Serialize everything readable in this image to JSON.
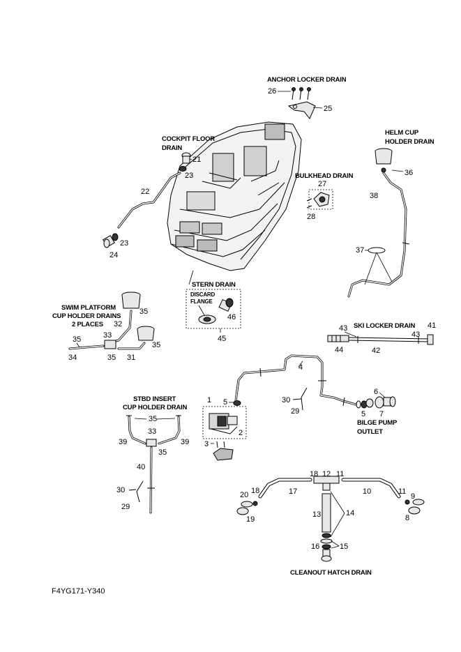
{
  "labels": {
    "anchor_locker_drain": "ANCHOR LOCKER DRAIN",
    "cockpit_floor_drain_1": "COCKPIT FLOOR",
    "cockpit_floor_drain_2": "DRAIN",
    "helm_cup_1": "HELM CUP",
    "helm_cup_2": "HOLDER DRAIN",
    "bulkhead_drain": "BULKHEAD DRAIN",
    "swim_platform_1": "SWIM PLATFORM",
    "swim_platform_2": "CUP HOLDER DRAINS",
    "swim_platform_3": "2 PLACES",
    "stern_drain": "STERN DRAIN",
    "discard_1": "DISCARD",
    "discard_2": "FLANGE",
    "ski_locker_drain": "SKI LOCKER DRAIN",
    "stbd_insert_1": "STBD INSERT",
    "stbd_insert_2": "CUP HOLDER DRAIN",
    "bilge_pump_1": "BILGE PUMP",
    "bilge_pump_2": "OUTLET",
    "cleanout_hatch_drain": "CLEANOUT HATCH DRAIN"
  },
  "callouts": {
    "c26": "26",
    "c25": "25",
    "c21": "21",
    "c23a": "23",
    "c22": "22",
    "c23b": "23",
    "c24": "24",
    "c36": "36",
    "c38": "38",
    "c37": "37",
    "c27": "27",
    "c28": "28",
    "c35a": "35",
    "c32": "32",
    "c33a": "33",
    "c35b": "35",
    "c35c": "35",
    "c34": "34",
    "c35d": "35",
    "c31": "31",
    "c46": "46",
    "c45": "45",
    "c43a": "43",
    "c41": "41",
    "c43b": "43",
    "c44": "44",
    "c42": "42",
    "c4": "4",
    "c1": "1",
    "c5a": "5",
    "c2": "2",
    "c3": "3",
    "c30a": "30",
    "c29a": "29",
    "c6": "6",
    "c5b": "5",
    "c7": "7",
    "c35e": "35",
    "c33b": "33",
    "c39a": "39",
    "c39b": "39",
    "c35f": "35",
    "c40": "40",
    "c30b": "30",
    "c29b": "29",
    "c18a": "18",
    "c12": "12",
    "c11a": "11",
    "c20": "20",
    "c18b": "18",
    "c17": "17",
    "c10": "10",
    "c11b": "11",
    "c9": "9",
    "c19": "19",
    "c8": "8",
    "c13": "13",
    "c14": "14",
    "c16": "16",
    "c15": "15"
  },
  "figure_code": "F4YG171-Y340"
}
